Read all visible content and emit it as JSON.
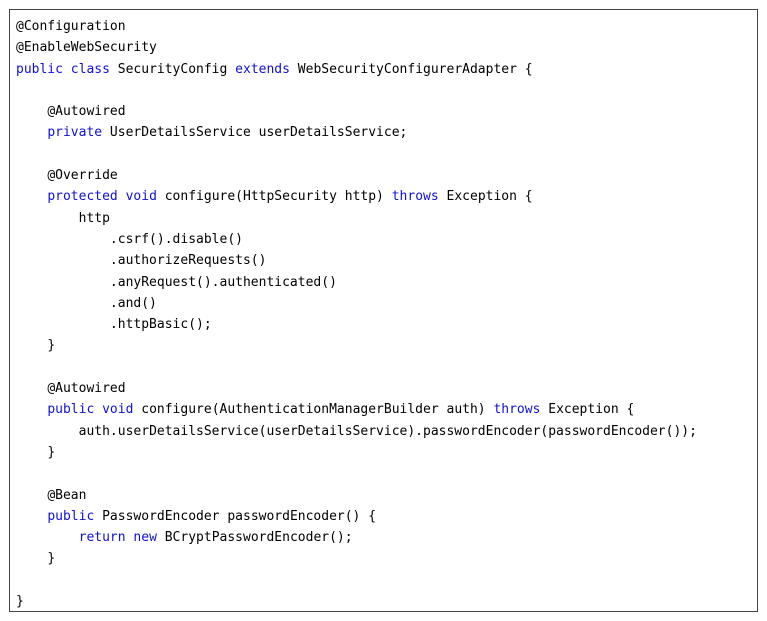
{
  "colors": {
    "keyword": "#1010d8",
    "text": "#000000",
    "border": "#444444",
    "background": "#ffffff"
  },
  "code": {
    "language": "java",
    "lines": [
      {
        "indent": "",
        "segments": [
          {
            "text": "@Configuration",
            "kind": "plain"
          }
        ]
      },
      {
        "indent": "",
        "segments": [
          {
            "text": "@EnableWebSecurity",
            "kind": "plain"
          }
        ]
      },
      {
        "indent": "",
        "segments": [
          {
            "text": "public",
            "kind": "kw"
          },
          {
            "text": " ",
            "kind": "plain"
          },
          {
            "text": "class",
            "kind": "kw"
          },
          {
            "text": " SecurityConfig ",
            "kind": "plain"
          },
          {
            "text": "extends",
            "kind": "kw"
          },
          {
            "text": " WebSecurityConfigurerAdapter {",
            "kind": "plain"
          }
        ]
      },
      {
        "indent": "",
        "segments": []
      },
      {
        "indent": "    ",
        "segments": [
          {
            "text": "@Autowired",
            "kind": "plain"
          }
        ]
      },
      {
        "indent": "    ",
        "segments": [
          {
            "text": "private",
            "kind": "kw"
          },
          {
            "text": " UserDetailsService userDetailsService;",
            "kind": "plain"
          }
        ]
      },
      {
        "indent": "",
        "segments": []
      },
      {
        "indent": "    ",
        "segments": [
          {
            "text": "@Override",
            "kind": "plain"
          }
        ]
      },
      {
        "indent": "    ",
        "segments": [
          {
            "text": "protected",
            "kind": "kw"
          },
          {
            "text": " ",
            "kind": "plain"
          },
          {
            "text": "void",
            "kind": "kw"
          },
          {
            "text": " configure(HttpSecurity http) ",
            "kind": "plain"
          },
          {
            "text": "throws",
            "kind": "kw"
          },
          {
            "text": " Exception {",
            "kind": "plain"
          }
        ]
      },
      {
        "indent": "        ",
        "segments": [
          {
            "text": "http",
            "kind": "plain"
          }
        ]
      },
      {
        "indent": "            ",
        "segments": [
          {
            "text": ".csrf().disable()",
            "kind": "plain"
          }
        ]
      },
      {
        "indent": "            ",
        "segments": [
          {
            "text": ".authorizeRequests()",
            "kind": "plain"
          }
        ]
      },
      {
        "indent": "            ",
        "segments": [
          {
            "text": ".anyRequest().authenticated()",
            "kind": "plain"
          }
        ]
      },
      {
        "indent": "            ",
        "segments": [
          {
            "text": ".and()",
            "kind": "plain"
          }
        ]
      },
      {
        "indent": "            ",
        "segments": [
          {
            "text": ".httpBasic();",
            "kind": "plain"
          }
        ]
      },
      {
        "indent": "    ",
        "segments": [
          {
            "text": "}",
            "kind": "plain"
          }
        ]
      },
      {
        "indent": "",
        "segments": []
      },
      {
        "indent": "    ",
        "segments": [
          {
            "text": "@Autowired",
            "kind": "plain"
          }
        ]
      },
      {
        "indent": "    ",
        "segments": [
          {
            "text": "public",
            "kind": "kw"
          },
          {
            "text": " ",
            "kind": "plain"
          },
          {
            "text": "void",
            "kind": "kw"
          },
          {
            "text": " configure(AuthenticationManagerBuilder auth) ",
            "kind": "plain"
          },
          {
            "text": "throws",
            "kind": "kw"
          },
          {
            "text": " Exception {",
            "kind": "plain"
          }
        ]
      },
      {
        "indent": "        ",
        "segments": [
          {
            "text": "auth.userDetailsService(userDetailsService).passwordEncoder(passwordEncoder());",
            "kind": "plain"
          }
        ]
      },
      {
        "indent": "    ",
        "segments": [
          {
            "text": "}",
            "kind": "plain"
          }
        ]
      },
      {
        "indent": "",
        "segments": []
      },
      {
        "indent": "    ",
        "segments": [
          {
            "text": "@Bean",
            "kind": "plain"
          }
        ]
      },
      {
        "indent": "    ",
        "segments": [
          {
            "text": "public",
            "kind": "kw"
          },
          {
            "text": " PasswordEncoder passwordEncoder() {",
            "kind": "plain"
          }
        ]
      },
      {
        "indent": "        ",
        "segments": [
          {
            "text": "return",
            "kind": "kw"
          },
          {
            "text": " ",
            "kind": "plain"
          },
          {
            "text": "new",
            "kind": "kw"
          },
          {
            "text": " BCryptPasswordEncoder();",
            "kind": "plain"
          }
        ]
      },
      {
        "indent": "    ",
        "segments": [
          {
            "text": "}",
            "kind": "plain"
          }
        ]
      },
      {
        "indent": "",
        "segments": []
      },
      {
        "indent": "",
        "segments": [
          {
            "text": "}",
            "kind": "plain"
          }
        ]
      }
    ]
  }
}
